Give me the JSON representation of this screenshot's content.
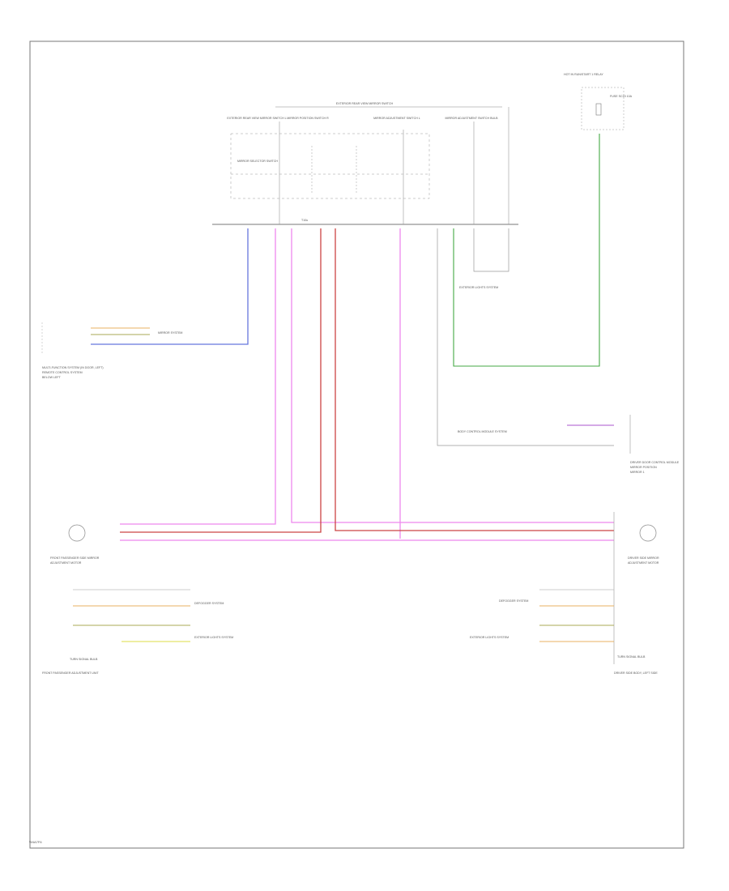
{
  "page": {
    "footer_code": "W4A7F6"
  },
  "switch": {
    "title": "EXTERIOR REAR VIEW MIRROR SWITCH",
    "sub_labels": [
      "EXTERIOR REAR VIEW MIRROR SWITCH L",
      "MIRROR POSITION SWITCH R",
      "MIRROR ADJUSTMENT SWITCH L",
      "MIRROR ADJUSTMENT SWITCH BULB",
      "MIRROR SELECTOR SWITCH"
    ],
    "connector": "T10u"
  },
  "fuse": {
    "title": "HOT IN RUN/START 1 RELAY",
    "label": "FUSE SC15 10A"
  },
  "left_ground": {
    "label": "MULTI-FUNCTION SYSTEM (IN DOOR, LEFT)",
    "line2": "REMOTE CONTROL SYSTEM",
    "line3": "BELOW LEFT"
  },
  "left_mirror": {
    "label": "FRONT PASSENGER SIDE MIRROR",
    "sub": "ADJUSTMENT MOTOR",
    "ground": "TURN SIGNAL BULB",
    "unit": "FRONT PASSENGER ADJUSTMENT UNIT"
  },
  "right_mirror": {
    "label": "DRIVER SIDE MIRROR",
    "sub": "ADJUSTMENT MOTOR",
    "ground": "TURN SIGNAL BULB",
    "unit": "DRIVER SIDE BODY, LEFT SIDE"
  },
  "right_control": {
    "label": "DRIVER DOOR CONTROL MODULE",
    "sub": "MIRROR POSITION",
    "line2": "MIRROR 1"
  },
  "center_labels": {
    "exterior_lights": "EXTERIOR LIGHTS SYSTEM",
    "defogger_left": "DEFOGGER SYSTEM",
    "exterior_lights_left": "EXTERIOR LIGHTS SYSTEM",
    "defogger_right": "DEFOGGER SYSTEM",
    "exterior_lights_right": "EXTERIOR LIGHTS SYSTEM",
    "body_module": "BODY CONTROL MODULE SYSTEM",
    "left_system": "MIRROR SYSTEM"
  },
  "colors": {
    "pink": "#ee88ee",
    "red": "#cc4444",
    "blue": "#6677dd",
    "green": "#44aa44",
    "yellow": "#dddd44",
    "orange": "#e8b060",
    "olive": "#aaaa55",
    "frame": "#777777"
  }
}
